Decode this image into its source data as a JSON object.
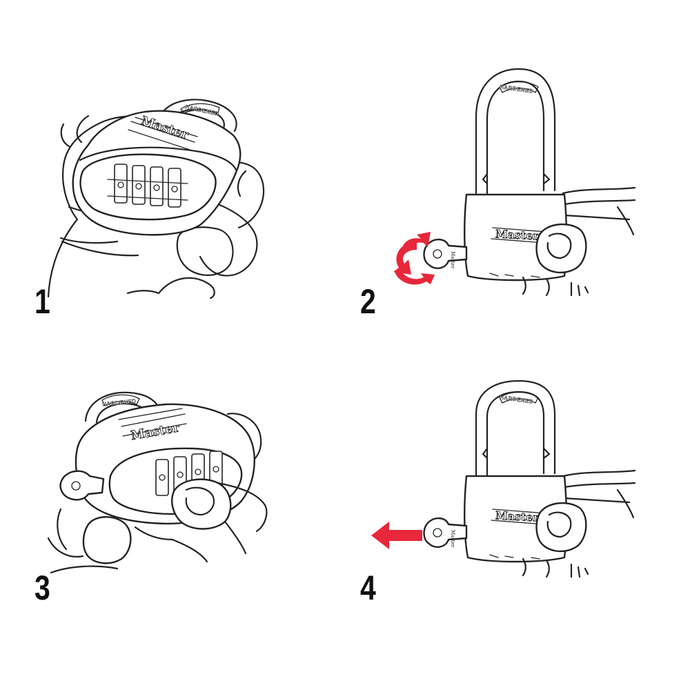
{
  "steps": [
    {
      "number": "1"
    },
    {
      "number": "2"
    },
    {
      "number": "3"
    },
    {
      "number": "4"
    }
  ],
  "lock": {
    "brand": "Master",
    "shackle_stamp": "HARDENED"
  },
  "icons": {
    "rotate_arrow": "rotate-arrow-icon",
    "left_arrow": "arrow-left-icon"
  },
  "colors": {
    "accent_red": "#e8273a",
    "line": "#222222"
  }
}
